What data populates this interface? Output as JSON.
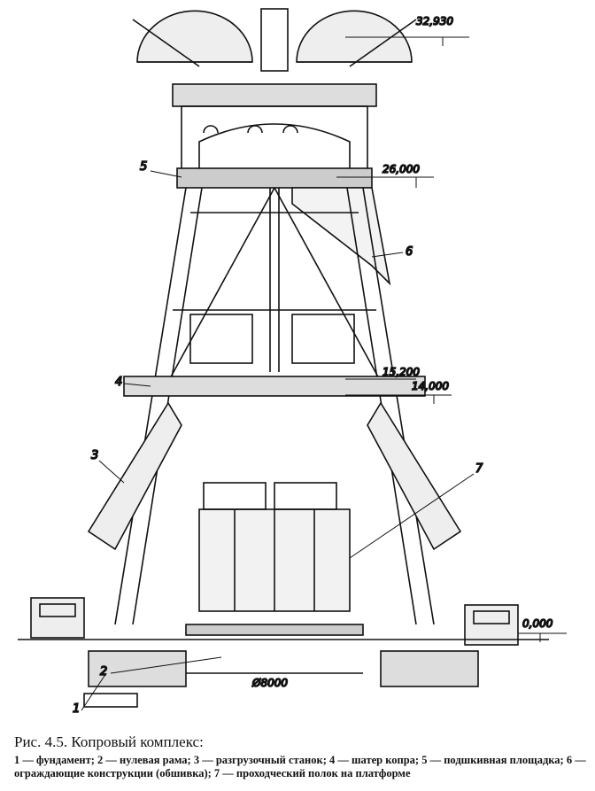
{
  "figure": {
    "elevations": [
      "32,930",
      "26,000",
      "15,200",
      "14,000",
      "0,000"
    ],
    "diameter": "Ø8000",
    "callouts": [
      "1",
      "2",
      "3",
      "4",
      "5",
      "6",
      "7"
    ]
  },
  "caption": {
    "title": "Рис. 4.5. Копровый комплекс:",
    "legend": "1 — фундамент; 2 — нулевая рама; 3 — разгрузочный станок; 4 — шатер копра; 5 — подшкивная площадка; 6 — ограждающие конструкции (обшивка); 7 — проходческий полок на платформе"
  }
}
